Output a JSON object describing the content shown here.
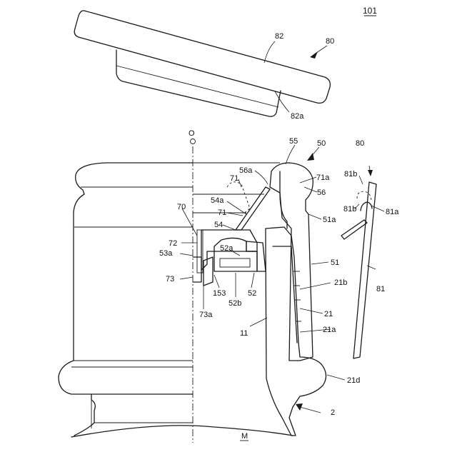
{
  "figure_ref": "101",
  "center_mark": "O",
  "axis_mark": "M",
  "labels": {
    "l82": "82",
    "l80a": "80",
    "l82a": "82a",
    "l55": "55",
    "l50": "50",
    "l80b": "80",
    "l56a": "56a",
    "l71a": "71a",
    "l71top": "71",
    "l56": "56",
    "l81b1": "81b",
    "l81b2": "81b",
    "l81a": "81a",
    "l54a": "54a",
    "l70": "70",
    "l71mid": "71",
    "l54": "54",
    "l51a": "51a",
    "l72": "72",
    "l52a": "52a",
    "l53a": "53a",
    "l51": "51",
    "l73": "73",
    "l153": "153",
    "l52": "52",
    "l52b": "52b",
    "l21b": "21b",
    "l81": "81",
    "l21": "21",
    "l73a": "73a",
    "l11": "11",
    "l21a": "21a",
    "l21d": "21d",
    "l2": "2"
  },
  "colors": {
    "line": "#1a1a1a",
    "background": "#ffffff"
  }
}
